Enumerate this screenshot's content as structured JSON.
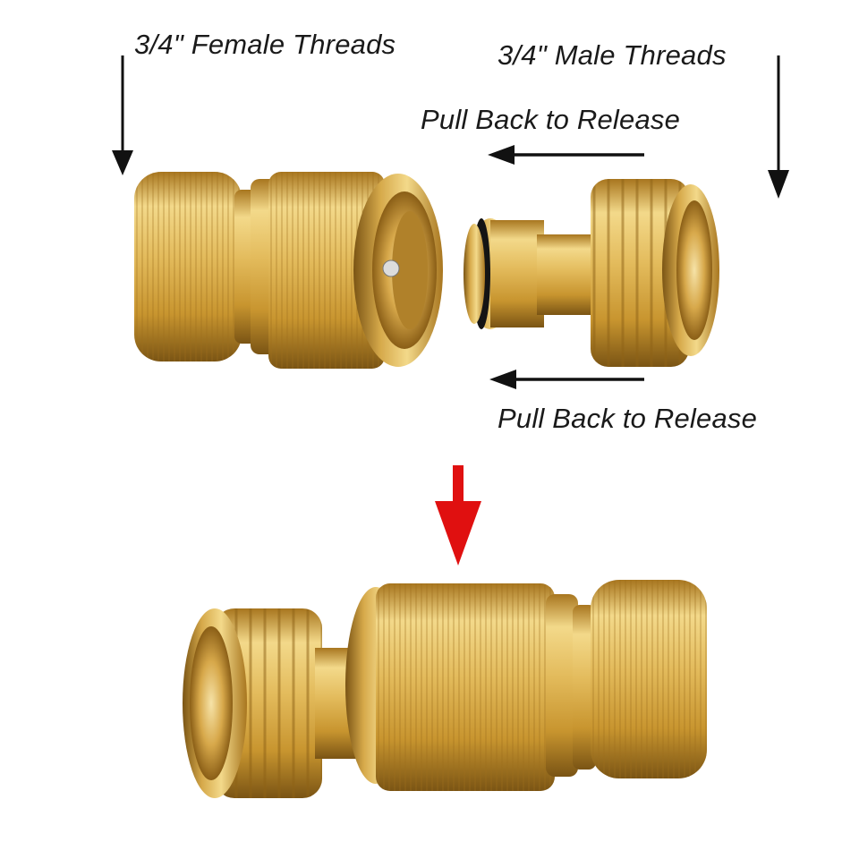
{
  "labels": {
    "female_threads": "3/4\"  Female Threads",
    "male_threads": "3/4\"  Male Threads",
    "pull_back_top": "Pull Back to Release",
    "pull_back_bottom": "Pull Back to Release"
  },
  "colors": {
    "brass_light": "#f3d98a",
    "brass_mid": "#d6a94a",
    "brass_dark": "#a8761f",
    "brass_shadow": "#7a5414",
    "arrow_black": "#111111",
    "arrow_red": "#e01010",
    "oring": "#141414"
  },
  "icons": {
    "down_arrow_left": "arrow-down-icon",
    "down_arrow_right": "arrow-down-icon",
    "left_arrow_top": "arrow-left-icon",
    "left_arrow_bottom": "arrow-left-icon",
    "red_down_arrow": "arrow-down-icon"
  }
}
